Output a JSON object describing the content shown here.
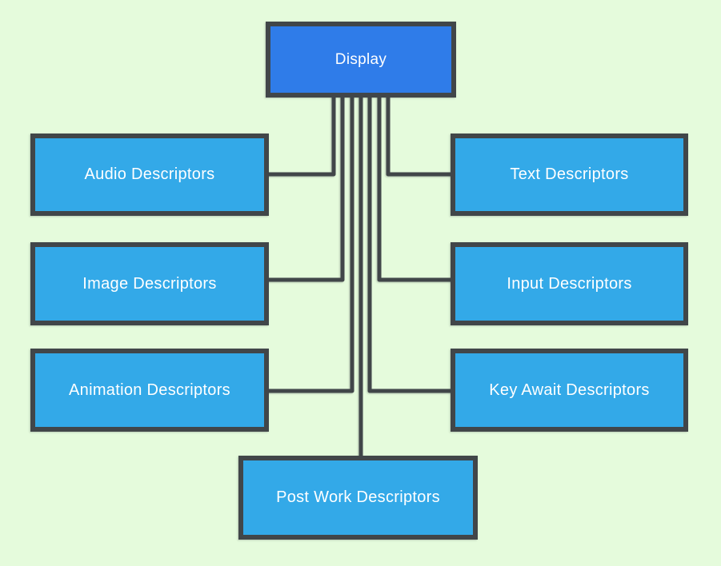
{
  "diagram": {
    "type": "flowchart",
    "nodes": {
      "display": {
        "label": "Display",
        "role": "root"
      },
      "audio": {
        "label": "Audio Descriptors",
        "role": "child"
      },
      "image": {
        "label": "Image Descriptors",
        "role": "child"
      },
      "animation": {
        "label": "Animation Descriptors",
        "role": "child"
      },
      "text": {
        "label": "Text Descriptors",
        "role": "child"
      },
      "input": {
        "label": "Input Descriptors",
        "role": "child"
      },
      "keyawait": {
        "label": "Key Await Descriptors",
        "role": "child"
      },
      "postwork": {
        "label": "Post Work Descriptors",
        "role": "child"
      }
    },
    "edges": [
      {
        "from": "display",
        "to": "audio"
      },
      {
        "from": "display",
        "to": "image"
      },
      {
        "from": "display",
        "to": "animation"
      },
      {
        "from": "display",
        "to": "text"
      },
      {
        "from": "display",
        "to": "input"
      },
      {
        "from": "display",
        "to": "keyawait"
      },
      {
        "from": "display",
        "to": "postwork"
      }
    ],
    "colors": {
      "background": "#e5fbdc",
      "root_fill": "#2f7ce9",
      "child_fill": "#33a9e8",
      "border_and_lines": "#414649",
      "text": "#ffffff"
    }
  }
}
